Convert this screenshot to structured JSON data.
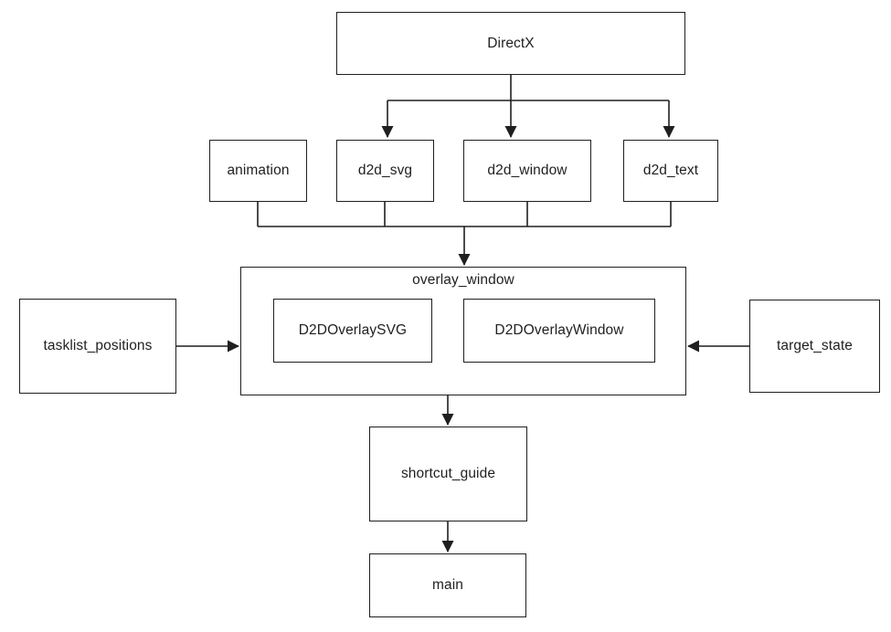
{
  "diagram": {
    "background_color": "#ffffff",
    "line_color": "#1f1f1f",
    "box_fill_color": "#ffffff",
    "text_color": "#1f1f1f",
    "nodes": {
      "directx": {
        "label": "DirectX"
      },
      "animation": {
        "label": "animation"
      },
      "d2d_svg": {
        "label": "d2d_svg"
      },
      "d2d_window": {
        "label": "d2d_window"
      },
      "d2d_text": {
        "label": "d2d_text"
      },
      "overlay_window": {
        "label": "overlay_window"
      },
      "d2d_overlay_svg": {
        "label": "D2DOverlaySVG"
      },
      "d2d_overlay_window": {
        "label": "D2DOverlayWindow"
      },
      "tasklist_positions": {
        "label": "tasklist_positions"
      },
      "target_state": {
        "label": "target_state"
      },
      "shortcut_guide": {
        "label": "shortcut_guide"
      },
      "main": {
        "label": "main"
      }
    },
    "edges": [
      {
        "from": "DirectX",
        "to": "d2d_svg",
        "arrow": true
      },
      {
        "from": "DirectX",
        "to": "d2d_window",
        "arrow": true
      },
      {
        "from": "DirectX",
        "to": "d2d_text",
        "arrow": true
      },
      {
        "from": "animation",
        "to": "overlay_window",
        "arrow": true
      },
      {
        "from": "d2d_svg",
        "to": "overlay_window",
        "arrow": true
      },
      {
        "from": "d2d_window",
        "to": "overlay_window",
        "arrow": true
      },
      {
        "from": "d2d_text",
        "to": "overlay_window",
        "arrow": true
      },
      {
        "from": "tasklist_positions",
        "to": "overlay_window",
        "arrow": true
      },
      {
        "from": "target_state",
        "to": "overlay_window",
        "arrow": true
      },
      {
        "from": "overlay_window",
        "to": "shortcut_guide",
        "arrow": true
      },
      {
        "from": "shortcut_guide",
        "to": "main",
        "arrow": true
      }
    ]
  }
}
